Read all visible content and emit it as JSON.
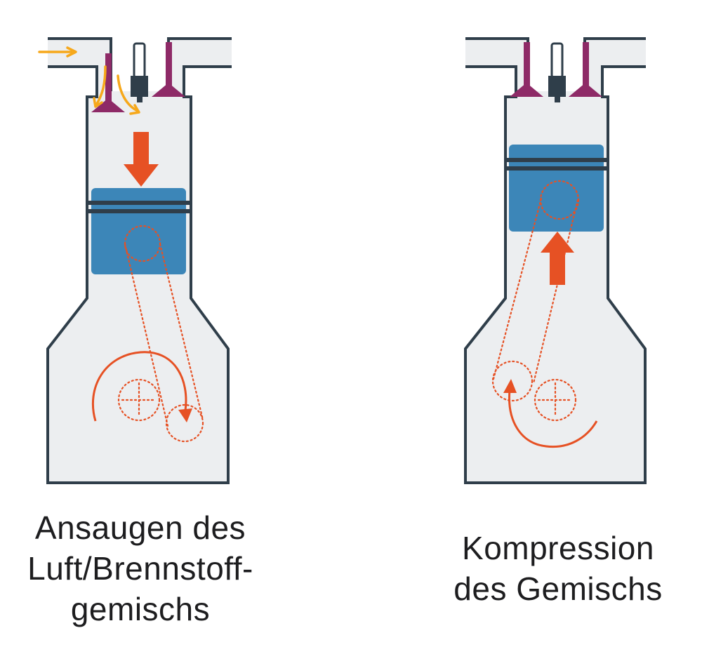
{
  "colors": {
    "cylinder_fill": "#eceef0",
    "outline": "#2f3e4a",
    "valve": "#8e2a67",
    "spark_plug": "#2f3e4a",
    "piston": "#3c86b8",
    "motion_arrow": "#e65124",
    "flow_arrow": "#f6a81b",
    "crank_path": "#e65124"
  },
  "panels": [
    {
      "stroke": "intake",
      "caption_lines": [
        "Ansaugen des",
        "Luft/Brennstoff-",
        "gemischs"
      ],
      "intake_valve_open": true,
      "piston_direction": "down"
    },
    {
      "stroke": "compression",
      "caption_lines": [
        "Kompression",
        "des Gemischs"
      ],
      "intake_valve_open": false,
      "piston_direction": "up"
    }
  ]
}
